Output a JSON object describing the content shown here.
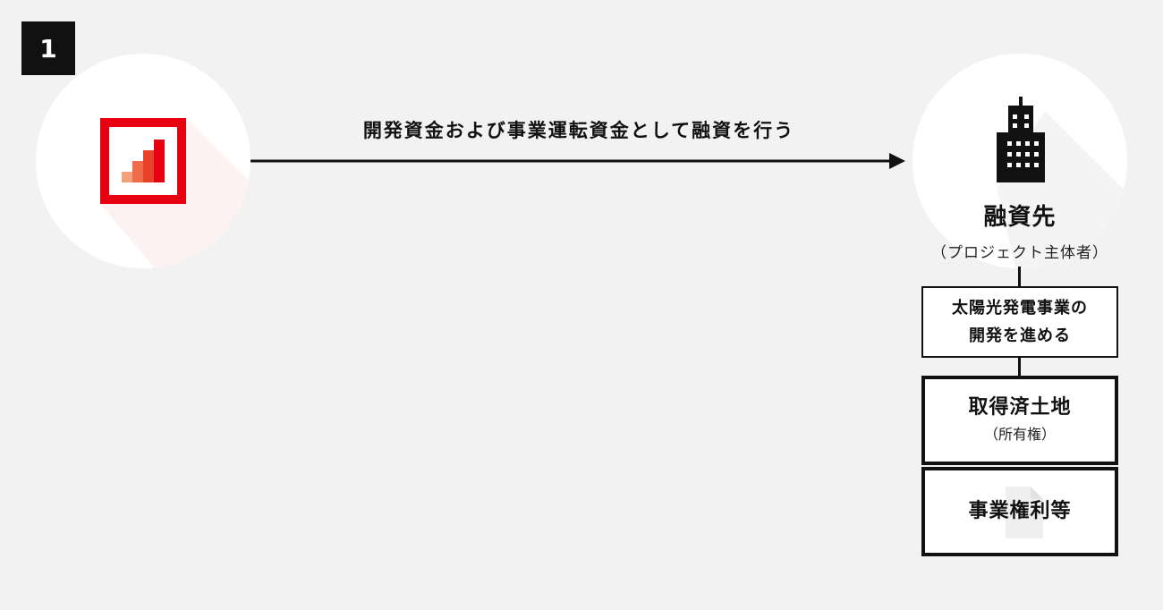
{
  "step": {
    "number": "1"
  },
  "lender": {
    "icon": "bank-logo-icon",
    "colors": {
      "frame": "#e60012",
      "bar1": "#f4a07a",
      "bar2": "#ef6b4a",
      "bar3": "#e8412c",
      "bar4": "#e60012"
    }
  },
  "flow": {
    "label": "開発資金および事業運転資金として融資を行う"
  },
  "borrower": {
    "icon": "building-icon",
    "name": "融資先",
    "subtitle": "（プロジェクト主体者）"
  },
  "boxes": {
    "activity": {
      "line1": "太陽光発電事業の",
      "line2": "開発を進める"
    },
    "land": {
      "title": "取得済土地",
      "subtitle": "（所有権）"
    },
    "rights": {
      "title": "事業権利等",
      "icon": "document-icon"
    }
  }
}
